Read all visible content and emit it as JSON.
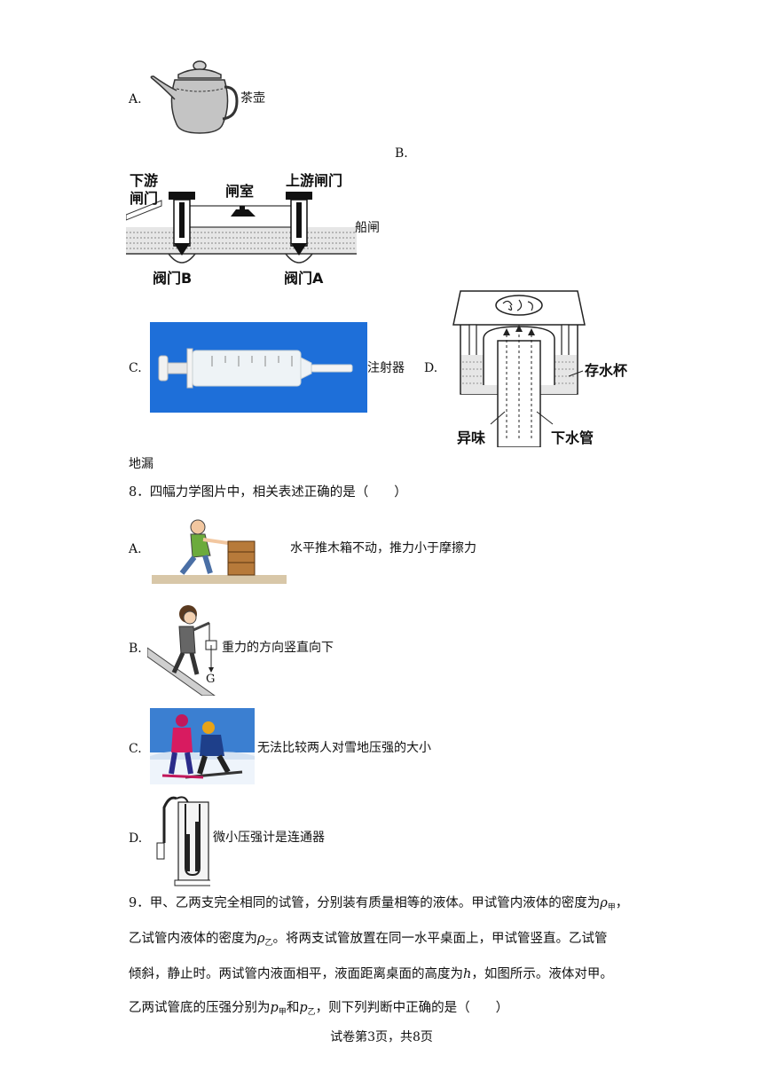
{
  "q7": {
    "optA": {
      "letter": "A.",
      "caption": "茶壶"
    },
    "optB": {
      "letter": "B.",
      "caption": "船闸",
      "labels": {
        "downstream_gate_l1": "下游",
        "downstream_gate_l2": "闸门",
        "lock_chamber": "闸室",
        "upstream_gate": "上游闸门",
        "valve_b": "阀门B",
        "valve_a": "阀门A"
      }
    },
    "optC": {
      "letter": "C.",
      "caption": "注射器"
    },
    "optD": {
      "letter": "D.",
      "caption": "地漏",
      "labels": {
        "cup": "存水杯",
        "odor": "异味",
        "drain": "下水管"
      }
    }
  },
  "q8": {
    "stem": "8．四幅力学图片中，相关表述正确的是（　　）",
    "options": [
      {
        "letter": "A.",
        "text": "水平推木箱不动，推力小于摩擦力"
      },
      {
        "letter": "B.",
        "text": "重力的方向竖直向下",
        "fig_label": "G"
      },
      {
        "letter": "C.",
        "text": "无法比较两人对雪地压强的大小"
      },
      {
        "letter": "D.",
        "text": "微小压强计是连通器"
      }
    ]
  },
  "q9": {
    "line1": "9．甲、乙两支完全相同的试管，分别装有质量相等的液体。甲试管内液体的密度为",
    "rho": "ρ",
    "sub_jia": "甲",
    "sub_yi": "乙",
    "comma": "，",
    "line2_a": "乙试管内液体的密度为",
    "line2_b": "。将两支试管放置在同一水平桌面上，甲试管竖直。乙试管",
    "line3_a": "倾斜，静止时。两试管内液面相平，液面距离桌面的高度为",
    "h": "h",
    "line3_b": "，如图所示。液体对甲。",
    "line4_a": "乙两试管底的压强分别为",
    "p": "p",
    "he": "和",
    "line4_b": "，则下列判断中正确的是（　　）"
  },
  "footer": "试卷第3页，共8页"
}
